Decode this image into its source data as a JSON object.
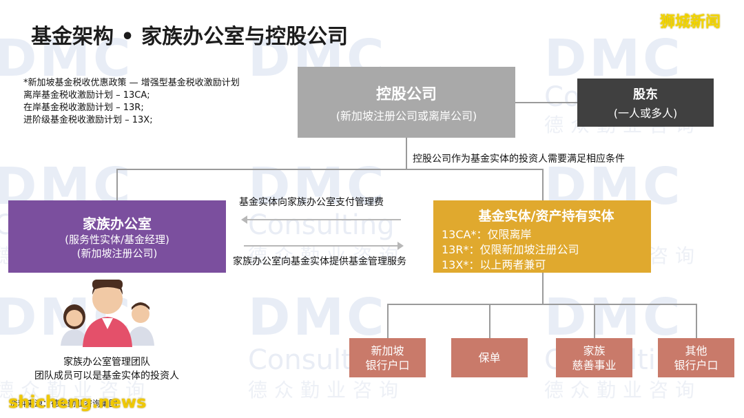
{
  "title": "基金架构 • 家族办公室与控股公司",
  "brand": "狮城新闻",
  "footer_brand": "shicheng.news",
  "footer_note": "资料来源：德众勤业咨询集团",
  "watermark": {
    "logo": "DMC",
    "sub": "Consulting",
    "cn": "德众勤业咨询"
  },
  "notes": [
    "*新加坡基金税收优惠政策 — 增强型基金税收激励计划",
    "离岸基金税收激励计划 – 13CA;",
    "在岸基金税收激励计划 – 13R;",
    "进阶级基金税收激励计划 – 13X;"
  ],
  "holding": {
    "title": "控股公司",
    "subtitle": "(新加坡注册公司或离岸公司)"
  },
  "shareholder": {
    "title": "股东",
    "subtitle": "(一人或多人)"
  },
  "holding_condition": "控股公司作为基金实体的投资人需要满足相应条件",
  "family_office": {
    "title": "家族办公室",
    "line1": "(服务性实体/基金经理)",
    "line2": "(新加坡注册公司)"
  },
  "fund_entity": {
    "title": "基金实体/资产持有实体",
    "lines": [
      "13CA*：仅限离岸",
      "13R*：仅限新加坡注册公司",
      "13X*：以上两者兼可"
    ]
  },
  "flow_top": "基金实体向家族办公室支付管理费",
  "flow_bottom": "家族办公室向基金实体提供基金管理服务",
  "accounts": [
    {
      "line1": "新加坡",
      "line2": "银行户口"
    },
    {
      "line1": "保单",
      "line2": ""
    },
    {
      "line1": "家族",
      "line2": "慈善事业"
    },
    {
      "line1": "其他",
      "line2": "银行户口"
    }
  ],
  "team": {
    "line1": "家族办公室管理团队",
    "line2": "团队成员可以是基金实体的投资人"
  },
  "colors": {
    "holding": "#a9a9a9",
    "shareholder": "#404040",
    "family": "#7b4f9e",
    "fund": "#e0a92e",
    "account": "#c97a6a"
  }
}
